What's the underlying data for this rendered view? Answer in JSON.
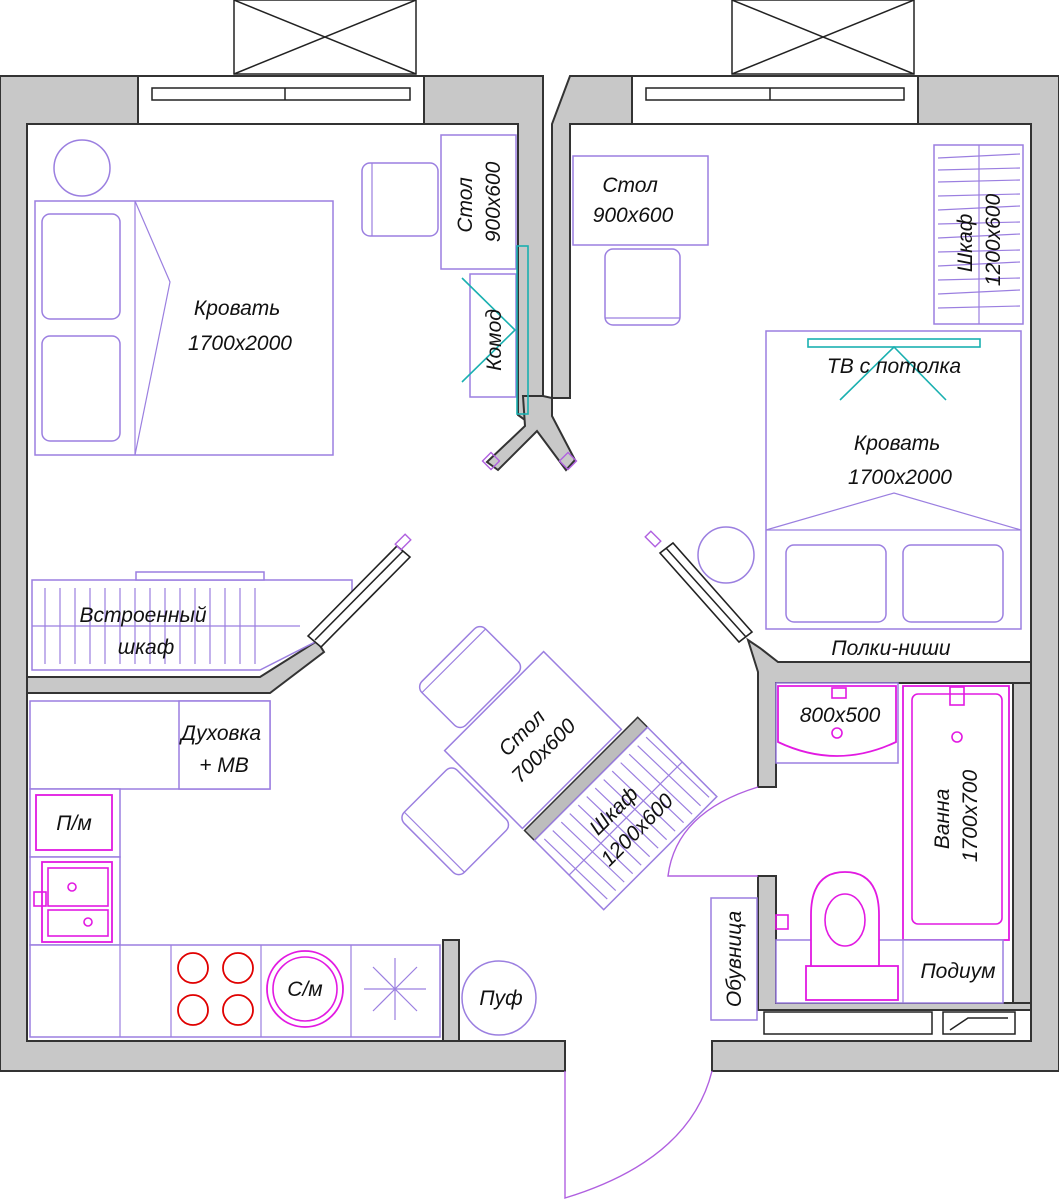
{
  "labels": {
    "bed_left": [
      "Кровать",
      "1700x2000"
    ],
    "desk_left": [
      "Стол",
      "900x600"
    ],
    "dresser": "Комод",
    "builtin_wardrobe": [
      "Встроенный",
      "шкаф"
    ],
    "desk_right": [
      "Стол",
      "900x600"
    ],
    "wardrobe_right": [
      "Шкаф",
      "1200x600"
    ],
    "tv": "ТВ с потолка",
    "bed_right": [
      "Кровать",
      "1700x2000"
    ],
    "niche_shelves": "Полки-ниши",
    "oven": [
      "Духовка",
      "+ МВ"
    ],
    "dishwasher": "П/м",
    "washer": "С/м",
    "pouf": "Пуф",
    "table_center": [
      "Стол",
      "700x600"
    ],
    "wardrobe_center": [
      "Шкаф",
      "1200x600"
    ],
    "sink_size": "800x500",
    "bath": [
      "Ванна",
      "1700x700"
    ],
    "shoe_rack": "Обувница",
    "podium": "Подиум"
  }
}
